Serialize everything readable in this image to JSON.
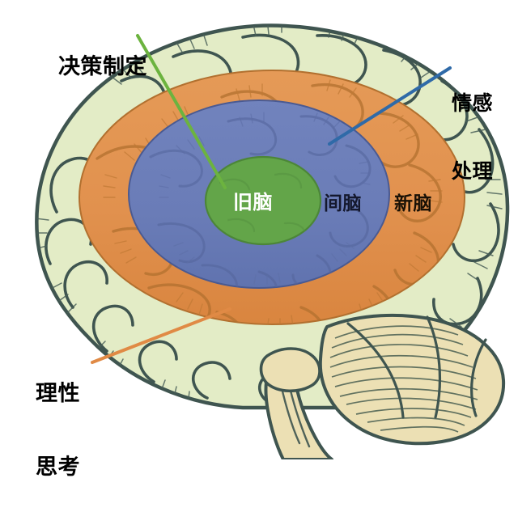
{
  "figure": {
    "kind": "anatomical-diagram",
    "subject": "human brain lateral view with three concentric functional zones",
    "background_color": "#ffffff"
  },
  "regions": [
    {
      "id": "old_brain",
      "label": "旧脑",
      "color": "#63a549",
      "text_color": "#ffffff",
      "shape": "ellipse",
      "order": 1
    },
    {
      "id": "diencephalon",
      "label": "间脑",
      "color": "#6a7cb7",
      "text_color": "#14182e",
      "shape": "ellipse",
      "order": 2
    },
    {
      "id": "neocortex",
      "label": "新脑",
      "color": "#e1914e",
      "text_color": "#181005",
      "shape": "ellipse",
      "order": 3
    }
  ],
  "callouts": [
    {
      "id": "decision_making",
      "lines": [
        "决策制定"
      ],
      "line_color": "#6cb33f",
      "points_to": "old_brain",
      "position": "top-left"
    },
    {
      "id": "emotional_processing",
      "lines": [
        "情感",
        "处理"
      ],
      "line_color": "#2f6aa8",
      "points_to": "diencephalon",
      "position": "top-right"
    },
    {
      "id": "rational_thinking",
      "lines": [
        "理性",
        "思考"
      ],
      "line_color": "#e08a45",
      "points_to": "neocortex",
      "position": "bottom-left"
    }
  ],
  "anatomy": {
    "cerebrum_fill": "#e3ecc6",
    "cerebrum_outline": "#3f5550",
    "cerebellum_fill": "#ece0b4",
    "brainstem_fill": "#ece0b4",
    "sulci_stroke": "#465c56"
  },
  "watermark": {
    "text": ""
  }
}
